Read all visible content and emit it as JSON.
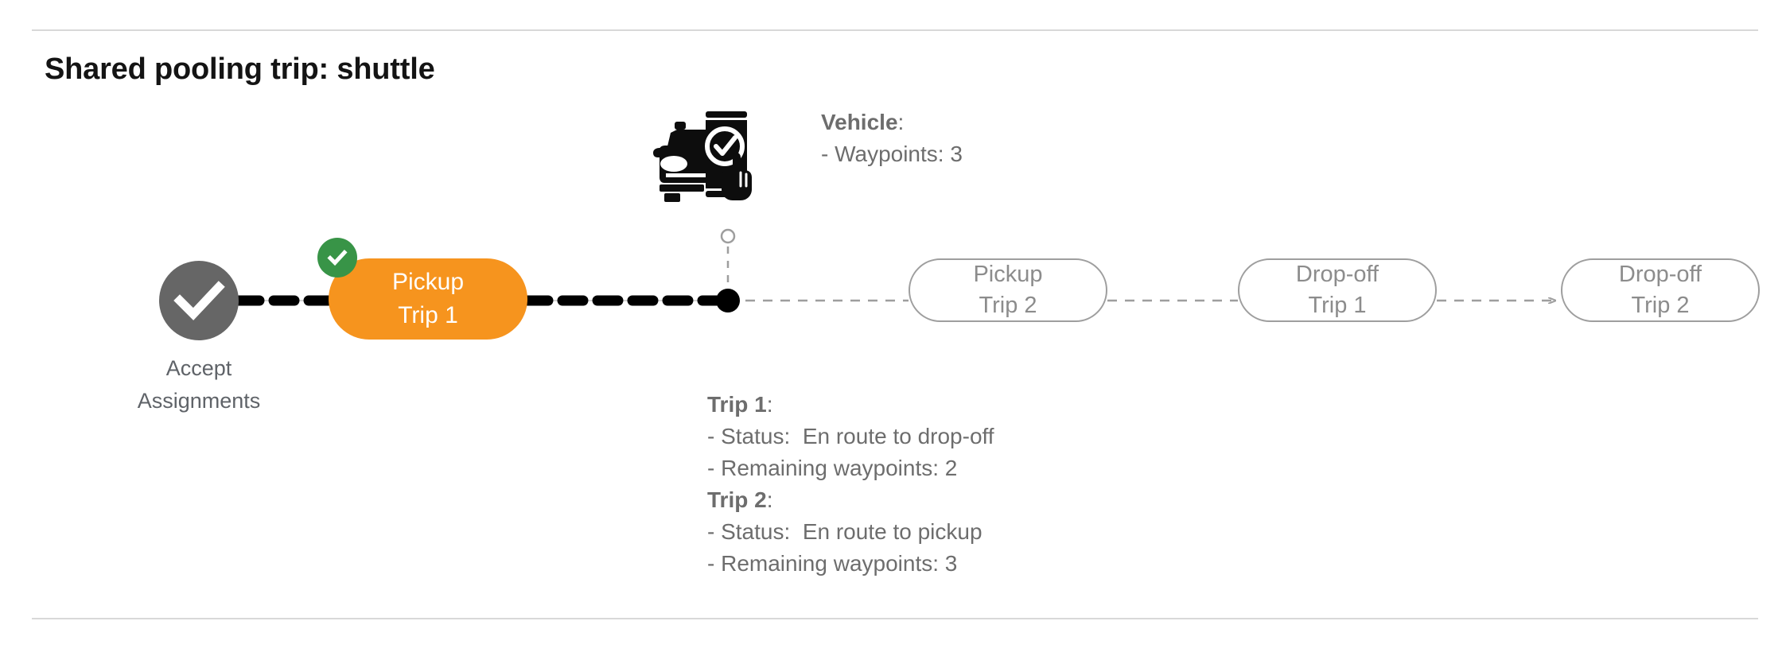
{
  "page": {
    "title": "Shared pooling trip: shuttle"
  },
  "flow": {
    "accept_node": {
      "icon": "check-circle-icon",
      "label": "Accept\nAssignments",
      "color": "#666666"
    },
    "completed_badge": {
      "icon": "check-badge-icon",
      "color": "#389447"
    },
    "nodes": [
      {
        "id": "pickup-trip-1",
        "line1": "Pickup",
        "line2": "Trip 1",
        "state": "active",
        "color": "#f6941e",
        "text_color": "#ffffff"
      },
      {
        "id": "pickup-trip-2",
        "line1": "Pickup",
        "line2": "Trip 2",
        "state": "upcoming",
        "color": "#9e9e9e",
        "text_color": "#8c8c8c"
      },
      {
        "id": "dropoff-trip-1",
        "line1": "Drop-off",
        "line2": "Trip 1",
        "state": "upcoming",
        "color": "#9e9e9e",
        "text_color": "#8c8c8c"
      },
      {
        "id": "dropoff-trip-2",
        "line1": "Drop-off",
        "line2": "Trip 2",
        "state": "upcoming",
        "color": "#9e9e9e",
        "text_color": "#8c8c8c"
      }
    ],
    "position_marker": {
      "name": "current-position-marker",
      "color": "#000000"
    },
    "vehicle_icon": {
      "name": "vehicle-with-phone-check-icon"
    }
  },
  "vehicle_annotation": {
    "heading": "Vehicle",
    "heading_suffix": ":",
    "lines": [
      "- Waypoints: 3"
    ]
  },
  "trip_annotation": {
    "trip1": {
      "heading": "Trip 1",
      "heading_suffix": ":",
      "status": "- Status:  En route to drop-off",
      "waypoints": "- Remaining waypoints: 2"
    },
    "trip2": {
      "heading": "Trip 2",
      "heading_suffix": ":",
      "status": "- Status:  En route to pickup",
      "waypoints": "- Remaining waypoints: 3"
    }
  }
}
